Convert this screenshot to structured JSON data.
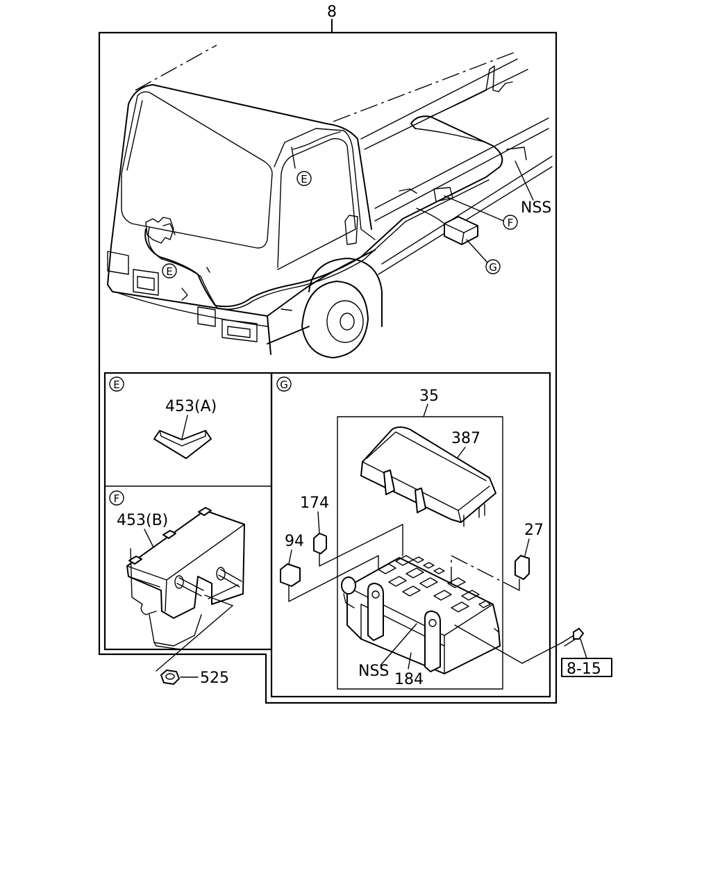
{
  "callouts": {
    "assembly": "8",
    "nss_harness": "NSS",
    "e_harness_top": "E",
    "e_harness_front": "E",
    "f_harness": "F",
    "g_harness": "G",
    "panel_e_title": "E",
    "panel_f_title": "F",
    "panel_g_title": "G",
    "part_453a": "453(A)",
    "part_453b": "453(B)",
    "part_525": "525",
    "part_35": "35",
    "part_387": "387",
    "part_174": "174",
    "part_94": "94",
    "part_27": "27",
    "part_nss_box": "NSS",
    "part_184": "184",
    "ref_8_15": "8-15"
  }
}
